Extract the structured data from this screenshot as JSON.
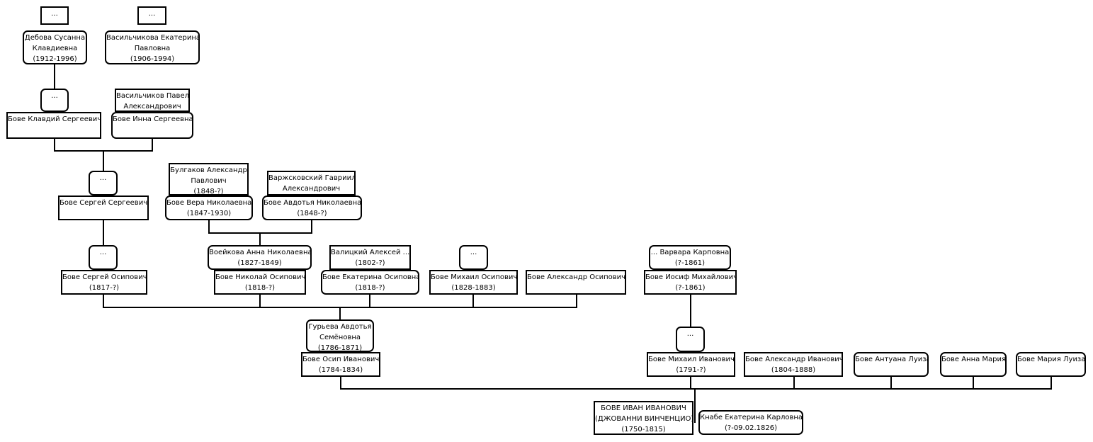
{
  "persons": {
    "p_dots_a": {
      "lines": [
        "..."
      ]
    },
    "p_dots_b": {
      "lines": [
        "..."
      ]
    },
    "debova": {
      "lines": [
        "Дебова Сусанна",
        "Клавдиевна",
        "(1912-1996)"
      ]
    },
    "vasilchikova": {
      "lines": [
        "Васильчикова Екатерина",
        "Павловна",
        "(1906-1994)"
      ]
    },
    "p_dots_c": {
      "lines": [
        "..."
      ]
    },
    "vasilchikov_pavel": {
      "lines": [
        "Васильчиков Павел",
        "Александрович"
      ]
    },
    "bove_klavdiy": {
      "lines": [
        "Бове Клавдий Сергеевич"
      ]
    },
    "bove_inna": {
      "lines": [
        "Бове Инна Сергеевна"
      ]
    },
    "bulgakov": {
      "lines": [
        "Булгаков Александр",
        "Павлович",
        "(1848-?)"
      ]
    },
    "varzhskovsky": {
      "lines": [
        "Варжсковский Гавриил",
        "Александрович"
      ]
    },
    "p_dots_d": {
      "lines": [
        "..."
      ]
    },
    "bove_sergey_s": {
      "lines": [
        "Бове Сергей Сергеевич"
      ]
    },
    "bove_vera": {
      "lines": [
        "Бове Вера Николаевна",
        "(1847-1930)"
      ]
    },
    "bove_avdotya_n": {
      "lines": [
        "Бове Авдотья Николаевна",
        "(1848-?)"
      ]
    },
    "p_dots_e": {
      "lines": [
        "..."
      ]
    },
    "voeykova": {
      "lines": [
        "Воейкова Анна Николаевна",
        "(1827-1849)"
      ]
    },
    "valitsky": {
      "lines": [
        "Валицкий Алексей ...",
        "(1802-?)"
      ]
    },
    "p_dots_f": {
      "lines": [
        "..."
      ]
    },
    "varvara": {
      "lines": [
        "... Варвара Карповна",
        "(?-1861)"
      ]
    },
    "bove_sergey_o": {
      "lines": [
        "Бове Сергей Осипович",
        "(1817-?)"
      ]
    },
    "bove_nikolay_o": {
      "lines": [
        "Бове Николай Осипович",
        "(1818-?)"
      ]
    },
    "bove_ekaterina_o": {
      "lines": [
        "Бове Екатерина Осиповна",
        "(1818-?)"
      ]
    },
    "bove_mikhail_o": {
      "lines": [
        "Бове Михаил Осипович",
        "(1828-1883)"
      ]
    },
    "bove_aleksandr_o": {
      "lines": [
        "Бове Александр Осипович"
      ]
    },
    "bove_iosif": {
      "lines": [
        "Бове Иосиф Михайлович",
        "(?-1861)"
      ]
    },
    "guryeva": {
      "lines": [
        "Гурьева Авдотья",
        "Семёновна",
        "(1786-1871)"
      ]
    },
    "p_dots_g": {
      "lines": [
        "..."
      ]
    },
    "bove_osip": {
      "lines": [
        "Бове Осип Иванович",
        "(1784-1834)"
      ]
    },
    "bove_mikhail_i": {
      "lines": [
        "Бове Михаил Иванович",
        "(1791-?)"
      ]
    },
    "bove_aleksandr_i": {
      "lines": [
        "Бове Александр Иванович",
        "(1804-1888)"
      ]
    },
    "bove_antuana": {
      "lines": [
        "Бове Антуана Луиза"
      ]
    },
    "bove_anna_mariya": {
      "lines": [
        "Бове Анна Мария"
      ]
    },
    "bove_mariya_luiza": {
      "lines": [
        "Бове Мария Луиза"
      ]
    },
    "bove_ivan": {
      "lines": [
        "БОВЕ ИВАН ИВАНОВИЧ",
        "(ДЖОВАННИ ВИНЧЕНЦИО)",
        "(1750-1815)"
      ]
    },
    "knabe": {
      "lines": [
        "Кнабе Екатерина Карловна",
        "(?-09.02.1826)"
      ]
    }
  }
}
